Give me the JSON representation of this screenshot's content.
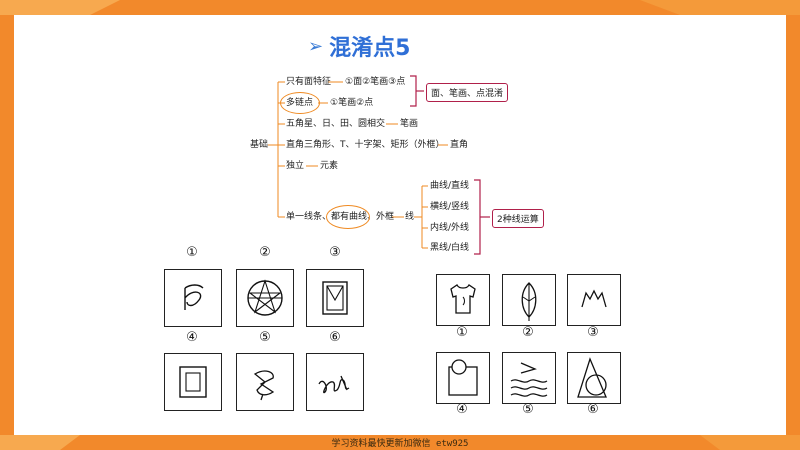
{
  "title": {
    "bullet": "➢",
    "text": "混淆点5"
  },
  "mindmap": {
    "root": "基础",
    "branches": [
      {
        "label": "只有面特征",
        "detail": "①面②笔画③点"
      },
      {
        "label": "多链点",
        "detail": "①笔画②点"
      },
      {
        "label": "五角星、日、田、圆相交",
        "detail": "笔画"
      },
      {
        "label": "直角三角形、T、十字架、矩形（外框）",
        "detail": "直角"
      },
      {
        "label": "独立",
        "detail": "元素"
      },
      {
        "label_part1": "单一线条、",
        "label_part2": "都有曲线、",
        "label_part3": "外框",
        "detail": "线"
      }
    ],
    "line_types": [
      "曲线/直线",
      "横线/竖线",
      "内线/外线",
      "黑线/白线"
    ],
    "tag_top": "面、笔画、点混淆",
    "tag_bottom": "2种线运算"
  },
  "left_panels": {
    "labels": [
      "①",
      "②",
      "③",
      "④",
      "⑤",
      "⑥"
    ]
  },
  "right_panels": {
    "labels": [
      "①",
      "②",
      "③",
      "④",
      "⑤",
      "⑥"
    ]
  },
  "footer": "学习资料最快更新加微信 etw925",
  "colors": {
    "accent": "#f2892b",
    "title": "#2f6fd6",
    "tag_border": "#b0204a",
    "highlight": "#ef8a22"
  }
}
